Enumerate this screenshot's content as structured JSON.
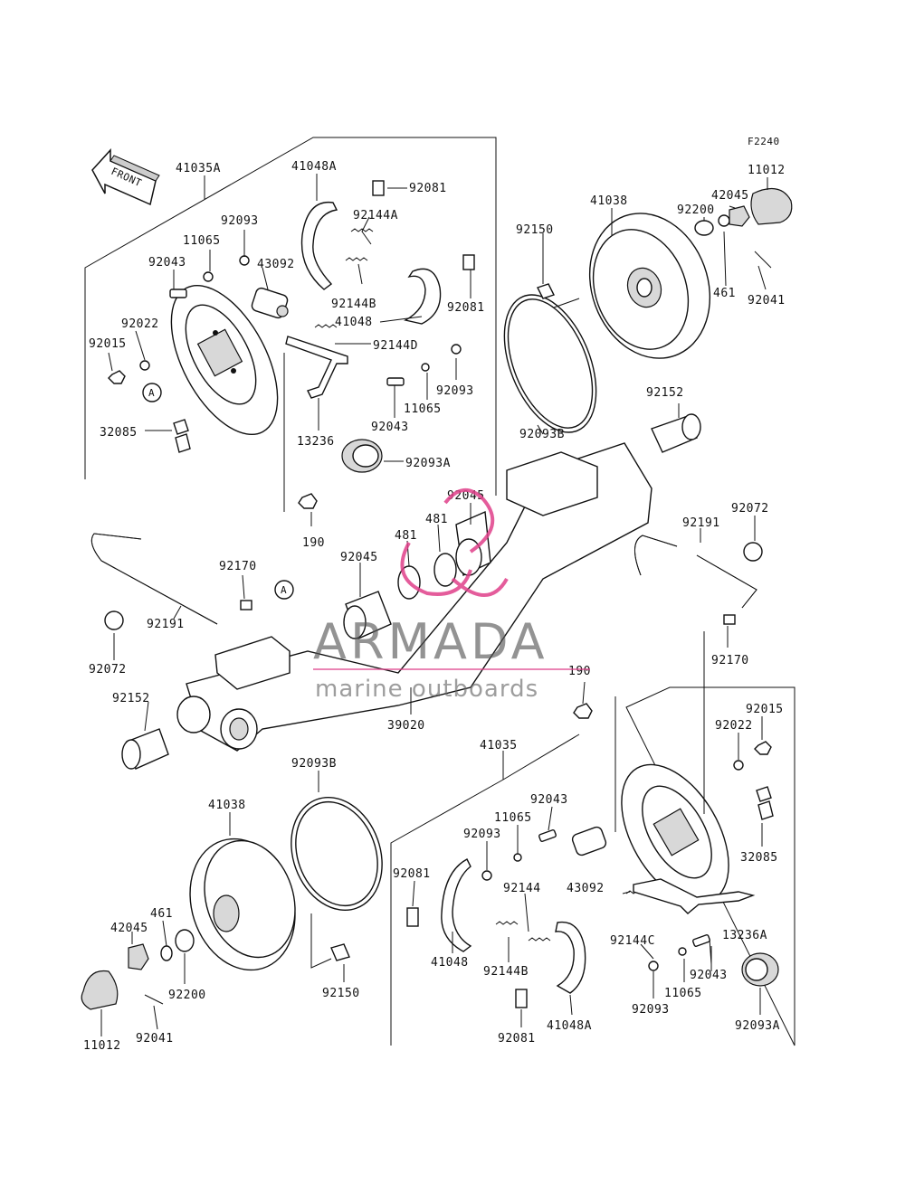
{
  "figure_code": "F2240",
  "front_label": "FRONT",
  "ref_a": "A",
  "watermark": {
    "brand": "ARMADA",
    "tagline": "marine outboards",
    "brand_color": "#555555",
    "accent_color": "#e0408a"
  },
  "labels": {
    "l41035a": "41035A",
    "l41048a_top": "41048A",
    "l92081_top1": "92081",
    "l92144a": "92144A",
    "l92093_top": "92093",
    "l11065_top": "11065",
    "l43092_top": "43092",
    "l92043_top": "92043",
    "l92144b_top": "92144B",
    "l92081_top2": "92081",
    "l41048_top": "41048",
    "l92144d": "92144D",
    "l92022_top": "92022",
    "l92015_top": "92015",
    "l92093_mid": "92093",
    "l11065_mid": "11065",
    "l92043_mid": "92043",
    "l13236": "13236",
    "l32085_top": "32085",
    "l92093a_top": "92093A",
    "l190_top": "190",
    "l92150_top": "92150",
    "l41038_top": "41038",
    "l92200_top": "92200",
    "l42045_top": "42045",
    "l11012_top": "11012",
    "l461_top": "461",
    "l92041_top": "92041",
    "l92093b_top": "92093B",
    "l92152_right": "92152",
    "l92045_upper": "92045",
    "l481_upper": "481",
    "l481_lower": "481",
    "l92045_lower": "92045",
    "l92072_right": "92072",
    "l92191_right": "92191",
    "l92170_left": "92170",
    "l92191_left": "92191",
    "l92072_left": "92072",
    "l92170_right": "92170",
    "l92152_left": "92152",
    "l39020": "39020",
    "l190_mid": "190",
    "l92015_bot": "92015",
    "l92022_bot": "92022",
    "l41035": "41035",
    "l92093b_bot": "92093B",
    "l41038_bot": "41038",
    "l92043_bot1": "92043",
    "l11065_bot1": "11065",
    "l92093_bot1": "92093",
    "l92081_bot1": "92081",
    "l92144": "92144",
    "l43092_bot": "43092",
    "l32085_bot": "32085",
    "l461_bot": "461",
    "l42045_bot": "42045",
    "l41048_bot": "41048",
    "l92144b_bot": "92144B",
    "l92144c": "92144C",
    "l13236a": "13236A",
    "l92200_bot": "92200",
    "l92150_bot": "92150",
    "l92043_bot2": "92043",
    "l11065_bot2": "11065",
    "l92093_bot2": "92093",
    "l92081_bot2": "92081",
    "l41048a_bot": "41048A",
    "l92093a_bot": "92093A",
    "l11012_bot": "11012",
    "l92041_bot": "92041"
  }
}
